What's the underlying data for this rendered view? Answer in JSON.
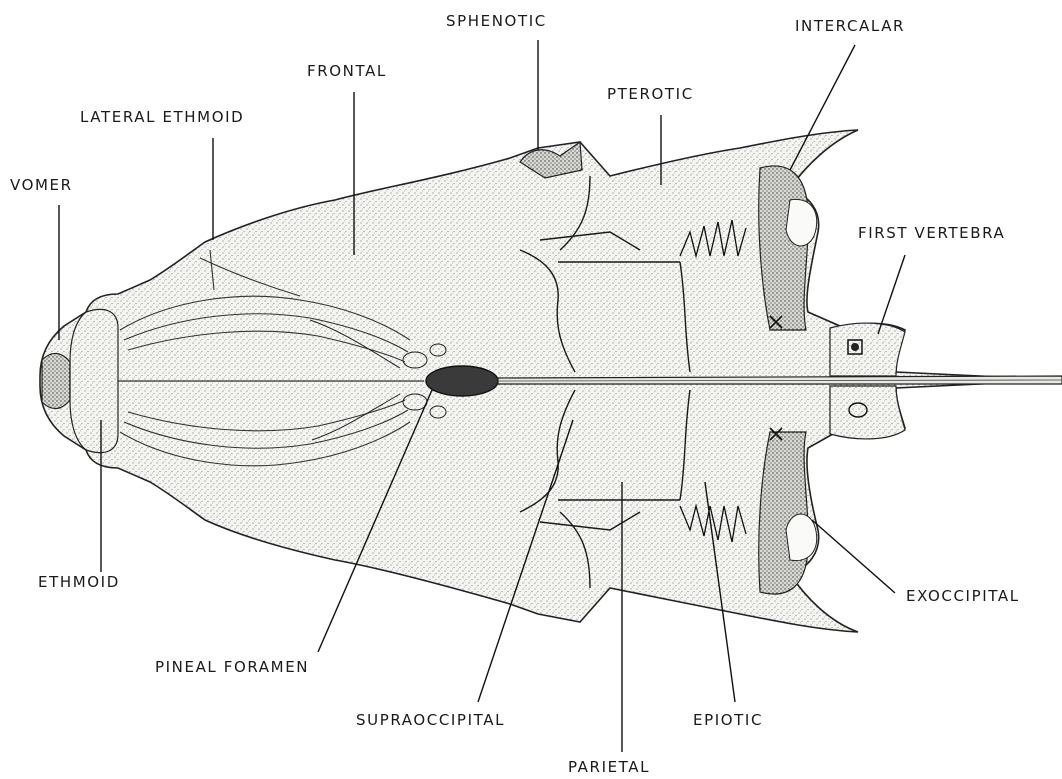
{
  "labels": {
    "sphenotic": "SPHENOTIC",
    "intercalar": "INTERCALAR",
    "frontal": "FRONTAL",
    "pterotic": "PTEROTIC",
    "lateral_ethmoid": "LATERAL ETHMOID",
    "vomer": "VOMER",
    "first_vertebra": "FIRST VERTEBRA",
    "ethmoid": "ETHMOID",
    "exoccipital": "EXOCCIPITAL",
    "pineal_foramen": "PINEAL FORAMEN",
    "supraoccipital": "SUPRAOCCIPITAL",
    "epiotic": "EPIOTIC",
    "parietal": "PARIETAL"
  }
}
